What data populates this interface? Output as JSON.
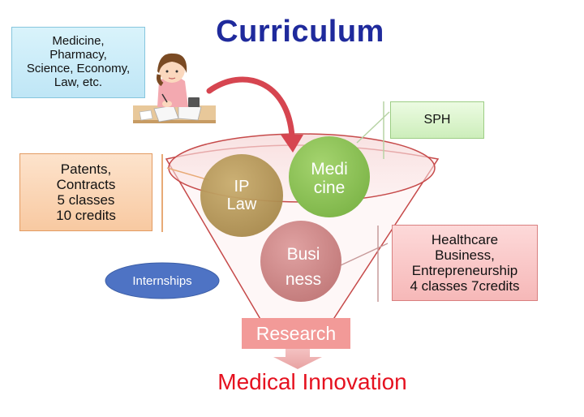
{
  "title": "Curriculum",
  "boxes": {
    "fields": "Medicine,\nPharmacy,\nScience, Economy,\nLaw, etc.",
    "sph": "SPH",
    "patents": "Patents,\nContracts\n5 classes\n10 credits",
    "healthcare": "Healthcare\nBusiness,\nEntrepreneurship\n4 classes 7credits"
  },
  "circles": {
    "law": "IP\nLaw",
    "medicine": "Medi\ncine",
    "business": "Busi\nness"
  },
  "internships": "Internships",
  "research": "Research",
  "outcome": "Medical Innovation",
  "colors": {
    "title": "#1f2a9c",
    "law": "#b5985a",
    "medicine": "#8cc456",
    "business": "#cf8a8a",
    "internships": "#4e73c4",
    "research": "#f29a98",
    "outcome": "#e5111f",
    "arrow": "#d64550"
  },
  "icons": {
    "student": "student-studying-illustration",
    "arrow": "curved-arrow-icon",
    "down_arrow": "down-arrow-icon"
  }
}
